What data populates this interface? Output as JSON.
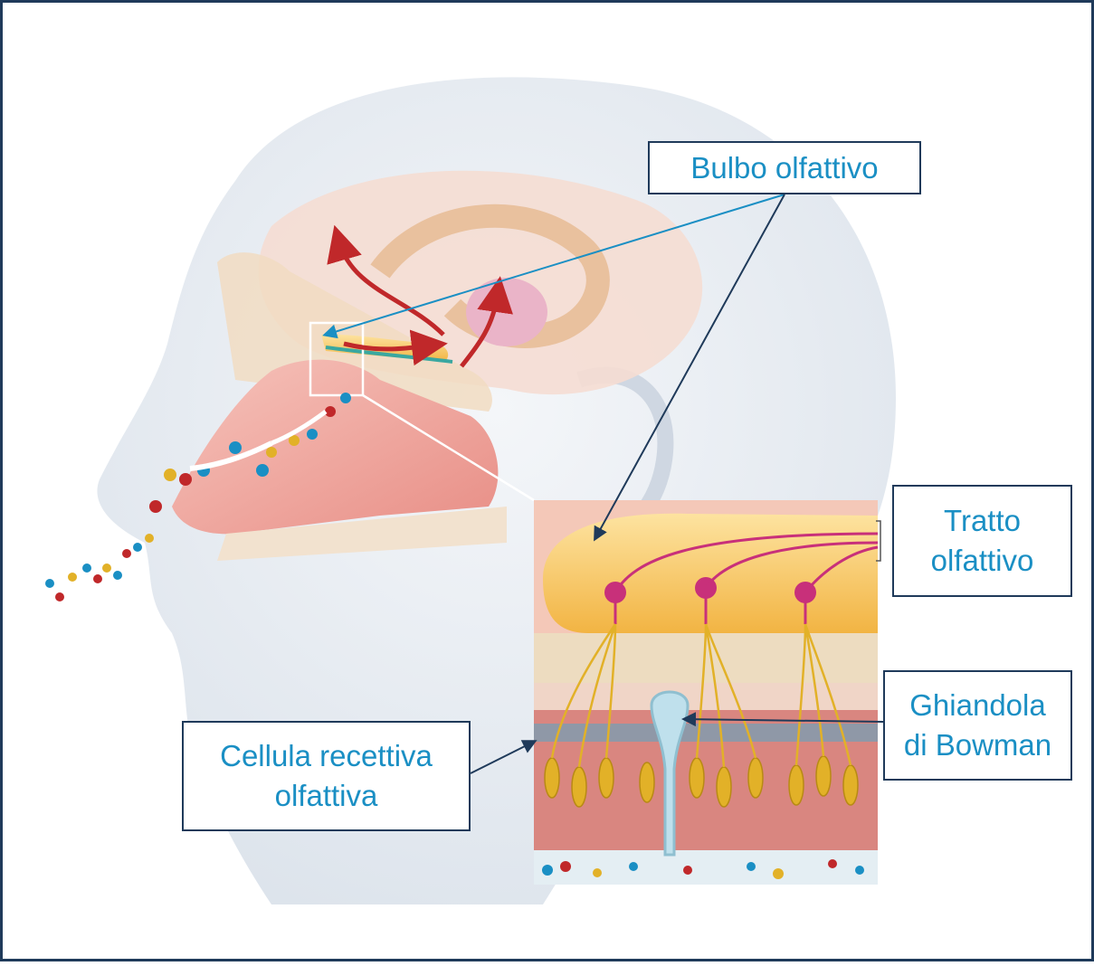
{
  "labels": {
    "bulbo": "Bulbo olfattivo",
    "tratto_line1": "Tratto",
    "tratto_line2": "olfattivo",
    "ghiandola_line1": "Ghiandola",
    "ghiandola_line2": "di Bowman",
    "cellula_line1": "Cellula recettiva",
    "cellula_line2": "olfattiva"
  },
  "colors": {
    "border": "#1f3a5a",
    "label_text": "#1a8fc4",
    "head": "#e6ecf3",
    "brain": "#f2d8cc",
    "nasal_cavity": "#ee9a93",
    "bulb": "#f7c55a",
    "neuron": "#c8307a",
    "receptor": "#e2b128",
    "arrow_red": "#c0282a",
    "pointer_blue": "#1a8fc4",
    "pointer_dark": "#1f3a5a"
  }
}
